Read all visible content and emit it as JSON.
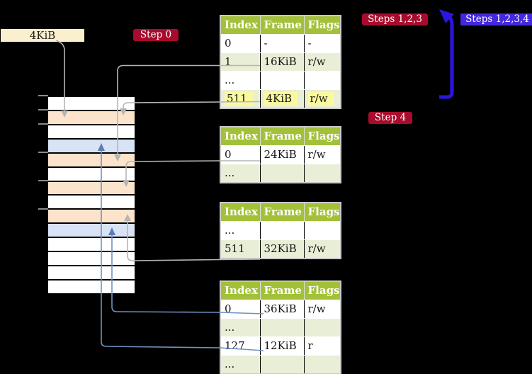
{
  "labels": {
    "frame_size": "4KiB"
  },
  "badges": {
    "step0": "Step 0",
    "steps123": "Steps 1,2,3",
    "steps1234": "Steps 1,2,3,4",
    "step4": "Step 4"
  },
  "palette": {
    "white": "#ffffff",
    "peach": "#fce4cc",
    "blue": "#d8e3f5",
    "header_green": "#a2c139",
    "row_green": "#e9efd6",
    "highlight_yellow": "#fbf9a0",
    "badge_red": "#a80c2d",
    "badge_blue": "#4328dd",
    "big_arrow_blue": "#2b16e0",
    "thin_arrow_blue": "#7191c1",
    "arrow_gray": "#b5b5b5",
    "label_cream": "#fbf0cd"
  },
  "memory_strip": {
    "rows": [
      "white",
      "peach",
      "white",
      "blue",
      "peach",
      "white",
      "peach",
      "white",
      "peach",
      "blue",
      "white",
      "white",
      "white",
      "white"
    ]
  },
  "tables": [
    {
      "name": "page-table-level-1",
      "headers": [
        "Index",
        "Frame",
        "Flags"
      ],
      "rows": [
        [
          {
            "t": "0"
          },
          {
            "t": "-"
          },
          {
            "t": "-"
          }
        ],
        [
          {
            "t": "1"
          },
          {
            "t": "16KiB"
          },
          {
            "t": "r/w"
          }
        ],
        [
          {
            "t": "..."
          },
          {
            "t": ""
          },
          {
            "t": ""
          }
        ],
        [
          {
            "t": "511",
            "hl": true
          },
          {
            "t": "4KiB",
            "hl": true
          },
          {
            "t": "r/w",
            "hl": true
          }
        ]
      ]
    },
    {
      "name": "page-table-level-2",
      "headers": [
        "Index",
        "Frame",
        "Flags"
      ],
      "rows": [
        [
          {
            "t": "0"
          },
          {
            "t": "24KiB"
          },
          {
            "t": "r/w"
          }
        ],
        [
          {
            "t": "..."
          },
          {
            "t": ""
          },
          {
            "t": ""
          }
        ]
      ]
    },
    {
      "name": "page-table-level-3",
      "headers": [
        "Index",
        "Frame",
        "Flags"
      ],
      "rows": [
        [
          {
            "t": "..."
          },
          {
            "t": ""
          },
          {
            "t": ""
          }
        ],
        [
          {
            "t": "511"
          },
          {
            "t": "32KiB"
          },
          {
            "t": "r/w"
          }
        ]
      ]
    },
    {
      "name": "page-table-level-4",
      "headers": [
        "Index",
        "Frame",
        "Flags"
      ],
      "rows": [
        [
          {
            "t": "0"
          },
          {
            "t": "36KiB"
          },
          {
            "t": "r/w"
          }
        ],
        [
          {
            "t": "..."
          },
          {
            "t": ""
          },
          {
            "t": ""
          }
        ],
        [
          {
            "t": "127"
          },
          {
            "t": "12KiB"
          },
          {
            "t": "r"
          }
        ],
        [
          {
            "t": "..."
          },
          {
            "t": ""
          },
          {
            "t": ""
          }
        ]
      ]
    }
  ]
}
